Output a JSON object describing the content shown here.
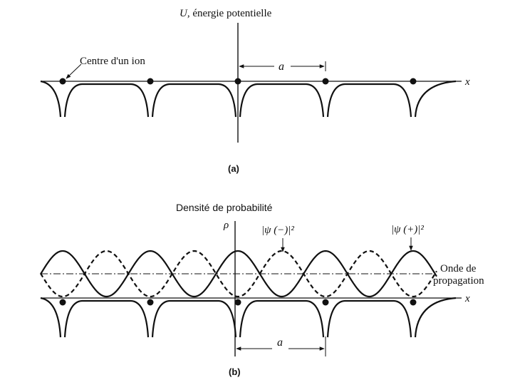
{
  "panel_a": {
    "axis_label": "U",
    "axis_suffix": ", énergie potentielle",
    "ion_label": "Centre d'un ion",
    "spacing_label": "a",
    "x_label": "x",
    "caption": "(a)"
  },
  "panel_b": {
    "title": "Densité de probabilité",
    "axis_label": "ρ",
    "psi_minus_label": "|ψ (−)|²",
    "psi_plus_label": "|ψ (+)|²",
    "wave_label_line1": "Onde de",
    "wave_label_line2": "propagation",
    "spacing_label": "a",
    "x_label": "x",
    "caption": "(b)"
  },
  "colors": {
    "ink": "#111111",
    "background": "#ffffff"
  }
}
